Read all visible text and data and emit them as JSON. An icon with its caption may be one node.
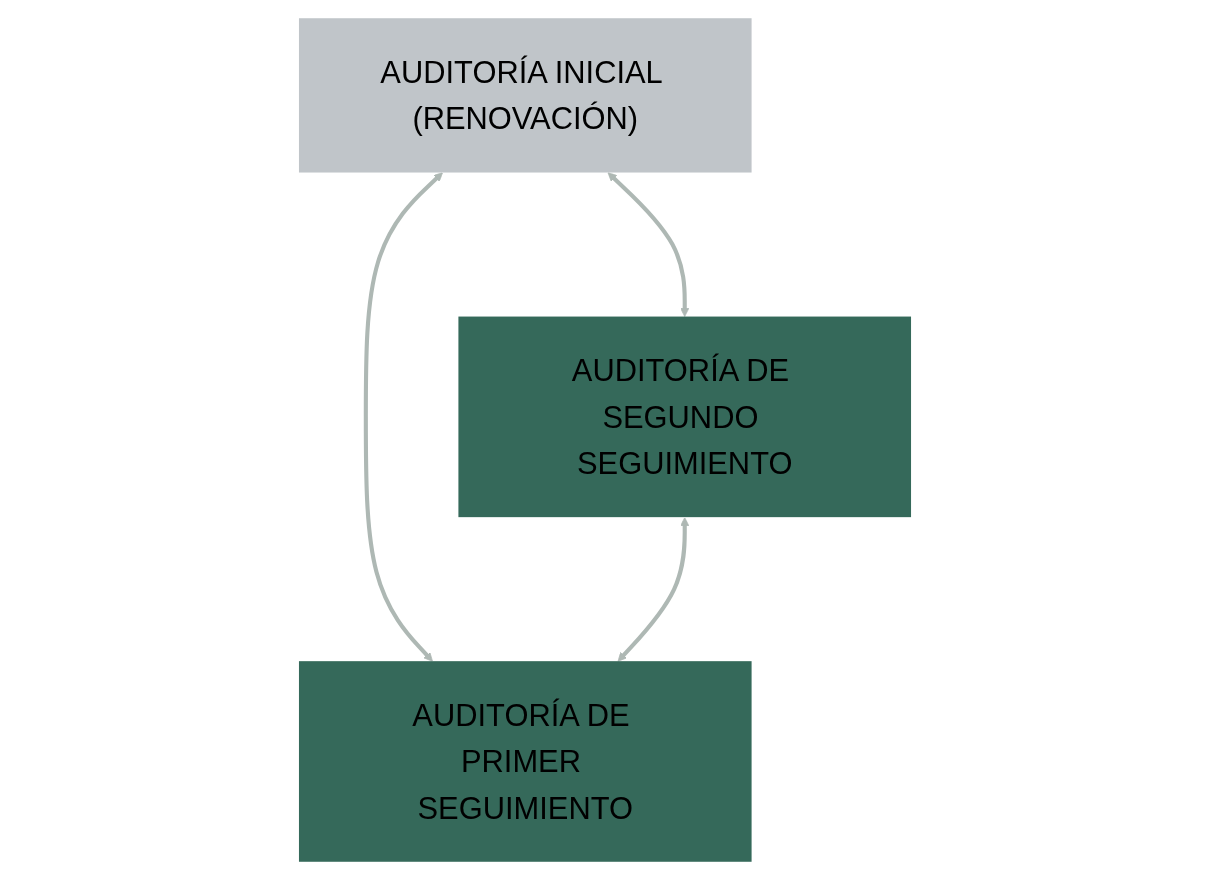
{
  "diagram": {
    "nodes": [
      {
        "text": [
          "AUDITORÍA INICIAL (RENOVACIÓN)"
        ]
      },
      {
        "text": [
          "AUDITORÍA DE SEGUNDO SEGUIMIENTO"
        ]
      },
      {
        "text": [
          "AUDITORÍA DE PRIMER SEGUIMIENTO"
        ]
      }
    ],
    "edges": [
      {
        "from": 0,
        "to": 1,
        "arrow": "both"
      },
      {
        "from": 0,
        "to": 2,
        "arrow": "both"
      },
      {
        "from": 1,
        "to": 2,
        "arrow": "both"
      }
    ]
  }
}
